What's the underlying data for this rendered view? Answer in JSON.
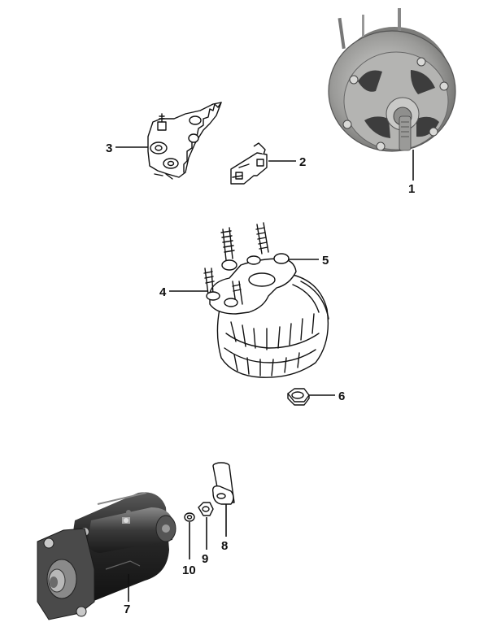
{
  "diagram": {
    "callouts": [
      {
        "id": "alternator",
        "label": "1"
      },
      {
        "id": "regulator",
        "label": "2"
      },
      {
        "id": "rectifier-plate",
        "label": "3"
      },
      {
        "id": "stator-stud-4",
        "label": "4"
      },
      {
        "id": "stator-stud-5",
        "label": "5"
      },
      {
        "id": "nut",
        "label": "6"
      },
      {
        "id": "starter-motor",
        "label": "7"
      },
      {
        "id": "pipe-bracket",
        "label": "8"
      },
      {
        "id": "washer-nut",
        "label": "9"
      },
      {
        "id": "lock-washer",
        "label": "10"
      }
    ]
  }
}
